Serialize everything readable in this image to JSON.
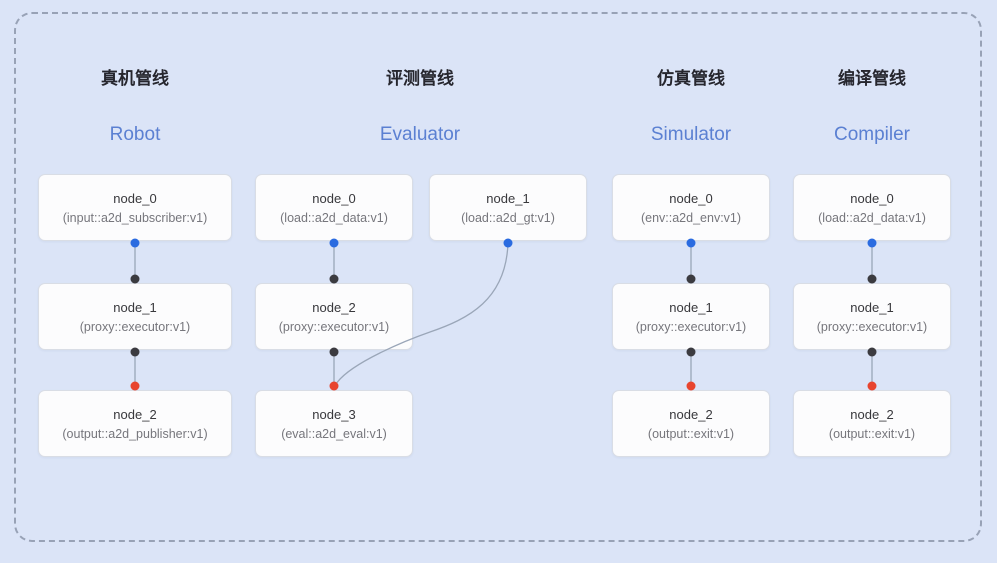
{
  "panel": {
    "background": "#dbe4f7",
    "border_color": "#98a2b6"
  },
  "colors": {
    "subtitle_blue": "#5b80d2",
    "edge": "#9aa6b8",
    "port_blue": "#2a6be0",
    "port_dark": "#3b3b40",
    "port_red": "#e8442e"
  },
  "pipelines": [
    {
      "title": "真机管线",
      "subtitle": "Robot",
      "nodes": [
        {
          "label": "node_0",
          "sublabel": "(input::a2d_subscriber:v1)"
        },
        {
          "label": "node_1",
          "sublabel": "(proxy::executor:v1)"
        },
        {
          "label": "node_2",
          "sublabel": "(output::a2d_publisher:v1)"
        }
      ]
    },
    {
      "title": "评测管线",
      "subtitle": "Evaluator",
      "nodes": [
        {
          "label": "node_0",
          "sublabel": "(load::a2d_data:v1)"
        },
        {
          "label": "node_1",
          "sublabel": "(load::a2d_gt:v1)"
        },
        {
          "label": "node_2",
          "sublabel": "(proxy::executor:v1)"
        },
        {
          "label": "node_3",
          "sublabel": "(eval::a2d_eval:v1)"
        }
      ]
    },
    {
      "title": "仿真管线",
      "subtitle": "Simulator",
      "nodes": [
        {
          "label": "node_0",
          "sublabel": "(env::a2d_env:v1)"
        },
        {
          "label": "node_1",
          "sublabel": "(proxy::executor:v1)"
        },
        {
          "label": "node_2",
          "sublabel": "(output::exit:v1)"
        }
      ]
    },
    {
      "title": "编译管线",
      "subtitle": "Compiler",
      "nodes": [
        {
          "label": "node_0",
          "sublabel": "(load::a2d_data:v1)"
        },
        {
          "label": "node_1",
          "sublabel": "(proxy::executor:v1)"
        },
        {
          "label": "node_2",
          "sublabel": "(output::exit:v1)"
        }
      ]
    }
  ],
  "edges": [
    {
      "from": "Robot.node_0",
      "to": "Robot.node_1",
      "from_port": "blue",
      "to_port": "dark"
    },
    {
      "from": "Robot.node_1",
      "to": "Robot.node_2",
      "from_port": "dark",
      "to_port": "red"
    },
    {
      "from": "Evaluator.node_0",
      "to": "Evaluator.node_2",
      "from_port": "blue",
      "to_port": "dark"
    },
    {
      "from": "Evaluator.node_2",
      "to": "Evaluator.node_3",
      "from_port": "dark",
      "to_port": "red"
    },
    {
      "from": "Evaluator.node_1",
      "to": "Evaluator.node_3",
      "from_port": "blue",
      "to_port": "red"
    },
    {
      "from": "Simulator.node_0",
      "to": "Simulator.node_1",
      "from_port": "blue",
      "to_port": "dark"
    },
    {
      "from": "Simulator.node_1",
      "to": "Simulator.node_2",
      "from_port": "dark",
      "to_port": "red"
    },
    {
      "from": "Compiler.node_0",
      "to": "Compiler.node_1",
      "from_port": "blue",
      "to_port": "dark"
    },
    {
      "from": "Compiler.node_1",
      "to": "Compiler.node_2",
      "from_port": "dark",
      "to_port": "red"
    }
  ]
}
